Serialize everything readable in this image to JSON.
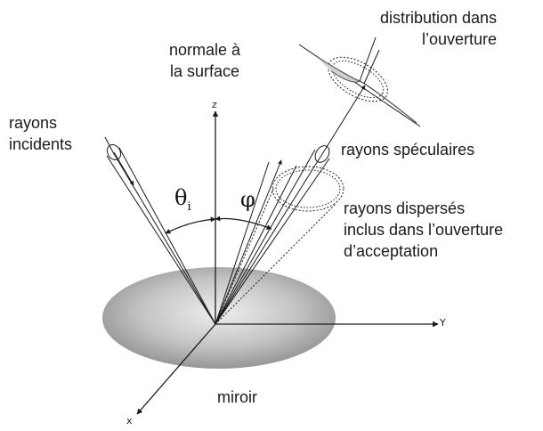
{
  "labels": {
    "normal_line1": "normale à",
    "normal_line2": "la surface",
    "distribution_line1": "distribution dans",
    "distribution_line2": "l’ouverture",
    "incident_line1": "rayons",
    "incident_line2": "incidents",
    "specular": "rayons spéculaires",
    "scattered_line1": "rayons dispersés",
    "scattered_line2": "inclus dans l’ouverture",
    "scattered_line3": "d’acceptation",
    "mirror": "miroir"
  },
  "axes": {
    "z": "z",
    "y": "Y",
    "x": "x"
  },
  "angles": {
    "theta": "θ",
    "theta_sub": "i",
    "phi": "φ"
  },
  "colors": {
    "ink": "#1a1a1a",
    "mirror_light": "#e8e8e8",
    "mirror_dark": "#8a8a8a"
  }
}
